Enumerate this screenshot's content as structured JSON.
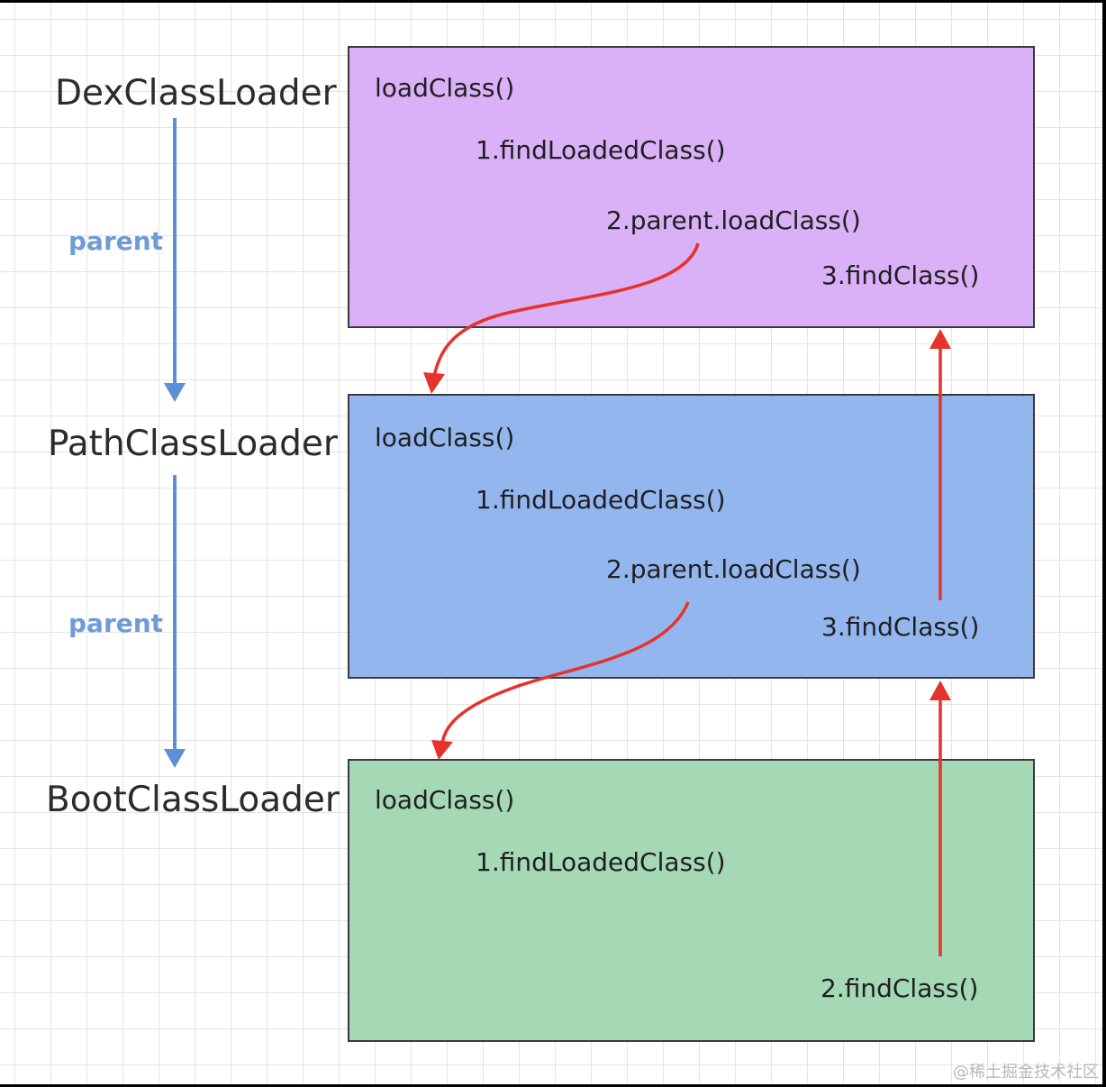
{
  "loaders": [
    {
      "name": "DexClassLoader",
      "color": "#dab0f7",
      "steps": [
        "loadClass()",
        "1.findLoadedClass()",
        "2.parent.loadClass()",
        "3.findClass()"
      ]
    },
    {
      "name": "PathClassLoader",
      "color": "#93b6ef",
      "steps": [
        "loadClass()",
        "1.findLoadedClass()",
        "2.parent.loadClass()",
        "3.findClass()"
      ]
    },
    {
      "name": "BootClassLoader",
      "color": "#a5d8b5",
      "steps": [
        "loadClass()",
        "1.findLoadedClass()",
        "2.findClass()"
      ]
    }
  ],
  "parent_links": [
    "parent",
    "parent"
  ],
  "colors": {
    "parent_arrow": "#5b8fd6",
    "delegation_arrow": "#e5322b",
    "box_border": "#3a3a3a",
    "grid": "#e4e4e4"
  },
  "watermark": "@稀土掘金技术社区"
}
